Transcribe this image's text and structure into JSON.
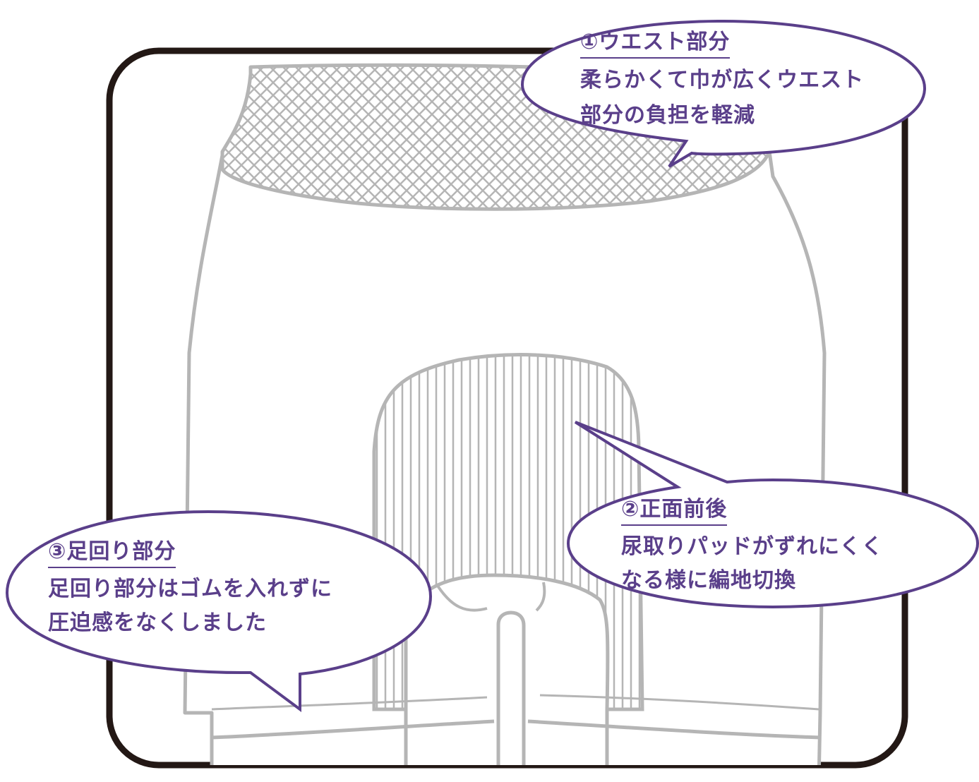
{
  "callouts": {
    "waist": {
      "title": "①ウエスト部分",
      "lines": [
        "柔らかくて巾が広くウエスト",
        "部分の負担を軽減"
      ]
    },
    "front_back": {
      "title": "②正面前後",
      "lines": [
        "尿取りパッドがずれにくく",
        "なる様に編地切換"
      ]
    },
    "leg": {
      "title": "③足回り部分",
      "lines": [
        "足回り部分はゴムを入れずに",
        "圧迫感をなくしました"
      ]
    }
  },
  "colors": {
    "frame": "#231815",
    "garment_outline": "#b5b5b5",
    "callout_stroke": "#5a3f8a",
    "callout_text": "#5a3f8a",
    "background": "#ffffff"
  }
}
